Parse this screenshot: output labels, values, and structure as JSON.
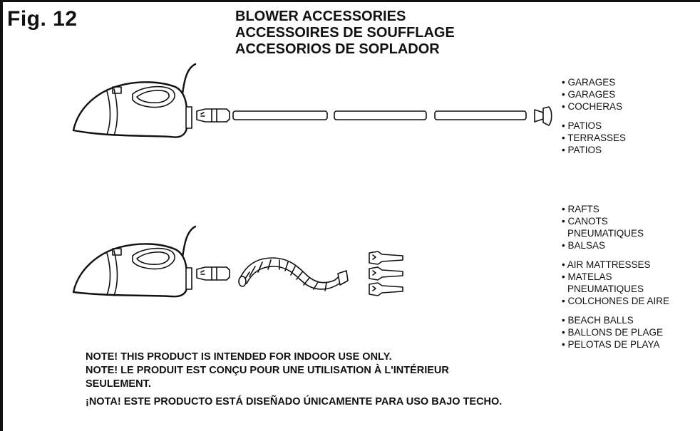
{
  "figure": {
    "label": "Fig. 12"
  },
  "title": {
    "en": "BLOWER ACCESSORIES",
    "fr": "ACCESSOIRES DE SOUFFLAGE",
    "es": "ACCESORIOS DE SOPLADOR"
  },
  "list_top": [
    "• GARAGES",
    "• GARAGES",
    "• COCHERAS",
    "• PATIOS",
    "• TERRASSES",
    "• PATIOS"
  ],
  "list_bottom": [
    "• RAFTS",
    "• CANOTS",
    "PNEUMATIQUES",
    "• BALSAS",
    "• AIR MATTRESSES",
    "• MATELAS",
    "PNEUMATIQUES",
    "• COLCHONES DE AIRE",
    "• BEACH BALLS",
    "• BALLONS DE PLAGE",
    "• PELOTAS DE PLAYA"
  ],
  "notes": {
    "en": "NOTE! THIS PRODUCT IS INTENDED FOR INDOOR USE ONLY.",
    "fr_line1": "NOTE! LE PRODUIT EST CONÇU POUR UNE UTILISATION À L'INTÉRIEUR",
    "fr_line2": "SEULEMENT.",
    "es": "¡NOTA! ESTE PRODUCTO ESTÁ DISEÑADO ÚNICAMENTE PARA USO BAJO TECHO."
  },
  "illustrations": {
    "top_icon": "blower-with-extension-wands-illustration",
    "bottom_icon": "blower-with-flexible-hose-and-nozzles-illustration"
  }
}
